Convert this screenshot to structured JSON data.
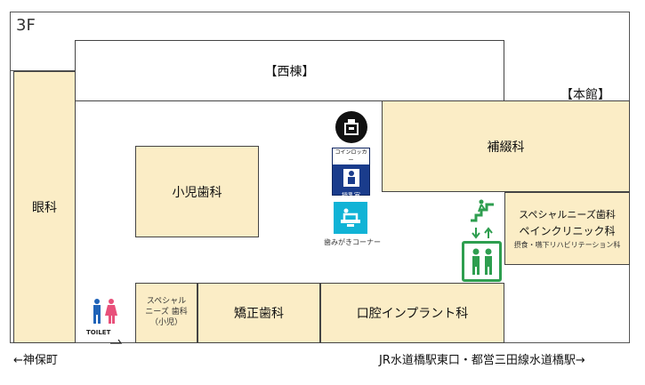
{
  "floor": "3F",
  "west_wing": "【西棟】",
  "main_wing": "【本館】",
  "rooms": {
    "ophthalmology": "眼科",
    "pediatric_dentistry": "小児歯科",
    "prosthodontics": "補綴科",
    "orthodontics": "矯正歯科",
    "oral_implant": "口腔インプラント科",
    "special_needs_pediatric": [
      "スペシャル",
      "ニーズ 歯科",
      "（小児）"
    ],
    "special_needs": "スペシャルニーズ歯科",
    "pain_clinic": "ペインクリニック科",
    "rehab": "摂食・嚥下リハビリテーション科"
  },
  "facilities": {
    "coin_locker": "コインロッカー",
    "nursing_room": "授乳室",
    "toothbrushing_corner": "歯みがきコーナー",
    "toilet": "TOILET"
  },
  "directions": {
    "left": "←神保町",
    "right": "JR水道橋駅東口・都営三田線水道橋駅→"
  }
}
